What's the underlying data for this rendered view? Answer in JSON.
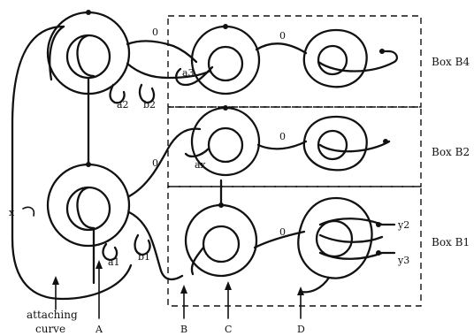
{
  "labels": {
    "box_b4": "Box B4",
    "box_b2": "Box B2",
    "box_b1": "Box B1",
    "x": "x",
    "a2": "a2",
    "b2": "b2",
    "a3": "a3",
    "a1": "a1",
    "b1": "b1",
    "ax": "ax",
    "y2": "y2",
    "y3": "y3",
    "zero": "0",
    "attaching": "attaching",
    "curve": "curve",
    "A": "A",
    "B": "B",
    "C": "C",
    "D": "D"
  },
  "colors": {
    "ink": "#111111",
    "background": "#ffffff"
  }
}
